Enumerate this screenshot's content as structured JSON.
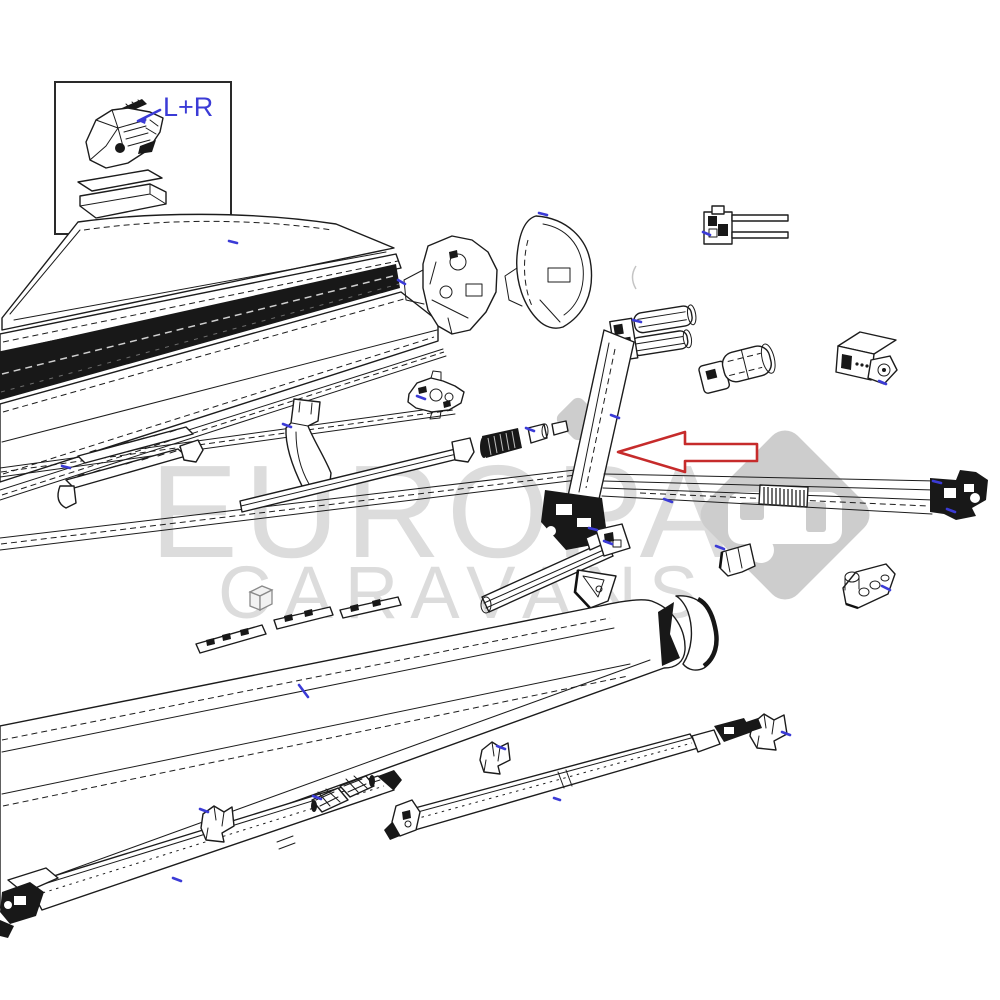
{
  "inset": {
    "label": "L+R"
  },
  "watermark": {
    "line1": "EUROPA",
    "line2": "CARAVANS"
  },
  "colors": {
    "background": "#ffffff",
    "line": "#1c1c1c",
    "callout_blue": "#3b3bd6",
    "arrow_red": "#c62b2b",
    "watermark_text": "#dcdcdc",
    "watermark_logo": "#cdcdcd",
    "greyed_part": "#9a9a9a"
  },
  "parts": [
    "mounting-bracket-kit",
    "top-cover-panel",
    "case-under-strip",
    "fabric-roller-strip",
    "case-front-profile",
    "led-mounting-rail",
    "rail-hook-bracket",
    "fabric-strap-bracket",
    "tension-knuckle",
    "support-tube",
    "knurled-fitting",
    "tube-end-cap",
    "lh-end-cap",
    "rh-end-cap",
    "wall-bracket-prongs",
    "motor-unit",
    "gear-motor-box",
    "cylinder-adapter",
    "articulated-arm",
    "arm-elbow-foot",
    "horizontal-support-arm",
    "arm-end-fittings",
    "red-pointer-arrow",
    "roller-tube",
    "roller-tube-end",
    "corner-bracket",
    "lead-rail-panel",
    "lead-rail-end-cap",
    "dark-end-wing",
    "spring-arm-assembly",
    "spring-arm-elbow",
    "universal-joint",
    "mounting-clip-left",
    "tension-arm",
    "tension-arm-fittings",
    "mounting-clip-mid",
    "mounting-clip-right",
    "perforated-bracket",
    "retainer-clip",
    "grey-spacer-block",
    "slider-connectors"
  ]
}
